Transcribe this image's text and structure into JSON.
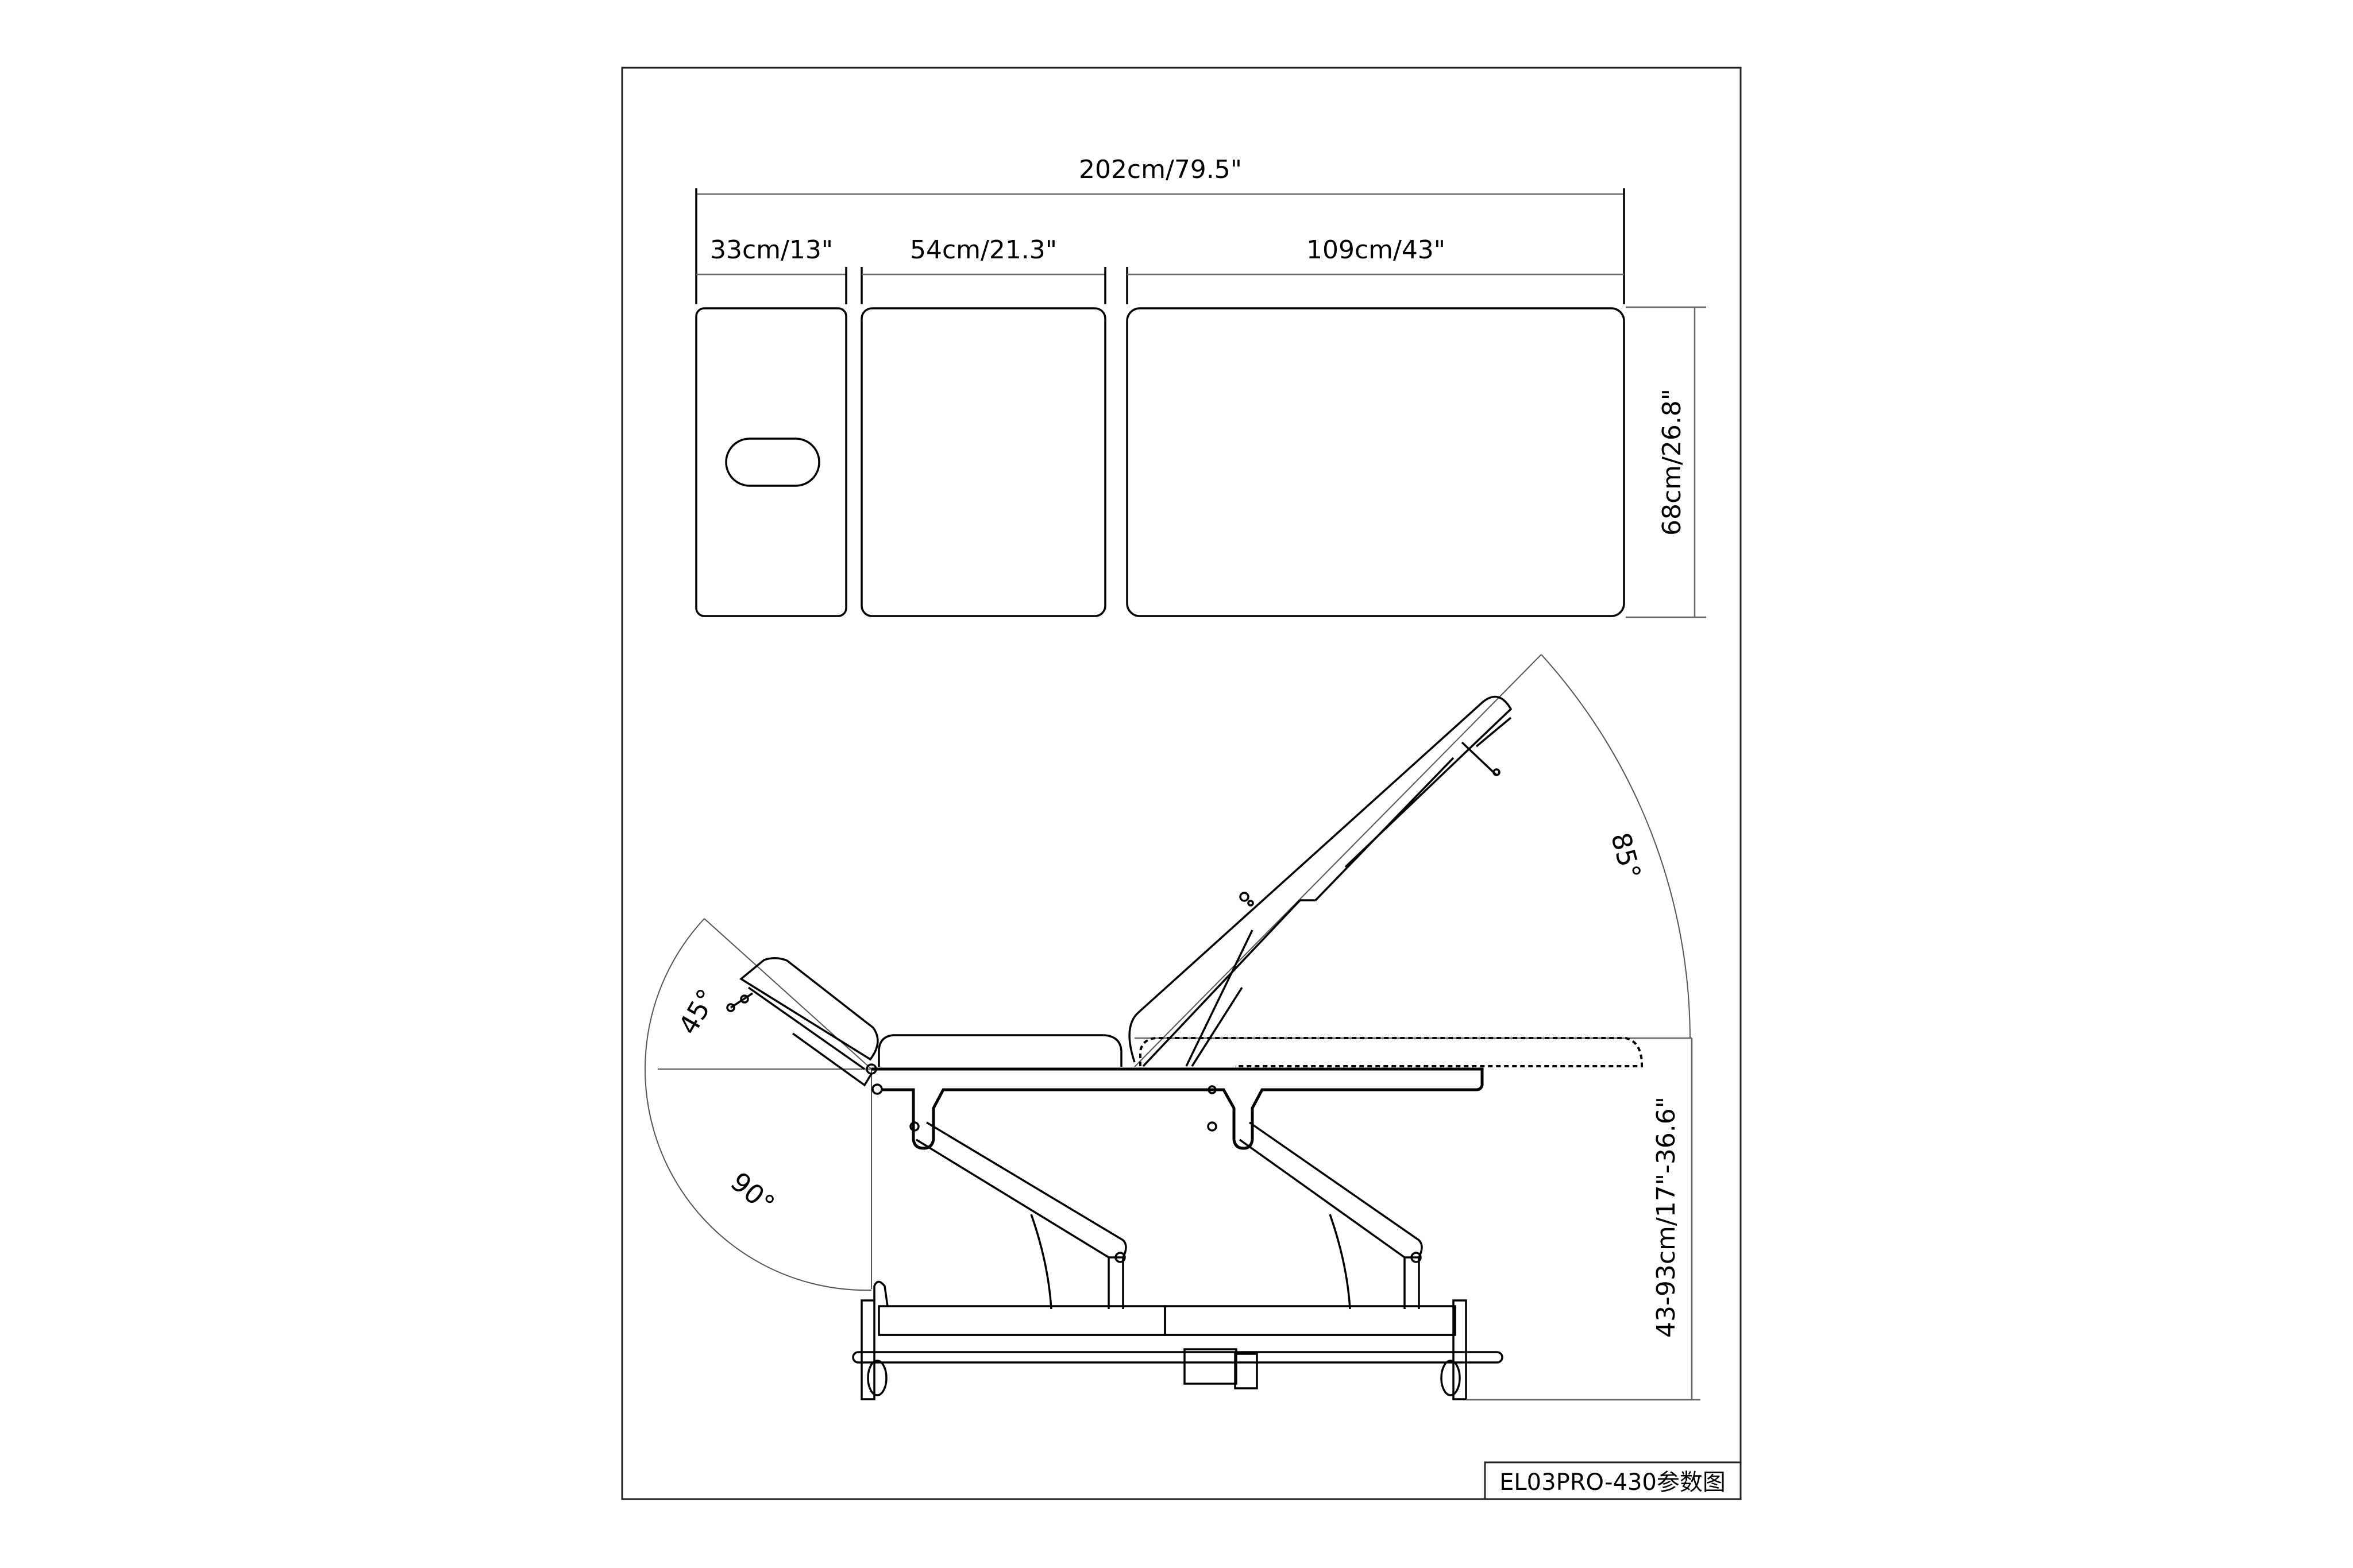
{
  "drawing": {
    "title_block": {
      "label": "EL03PRO-430参数图"
    },
    "top_view": {
      "overall_length": "202cm/79.5\"",
      "sections": [
        {
          "name": "head-section",
          "length": "33cm/13\""
        },
        {
          "name": "middle-section",
          "length": "54cm/21.3\""
        },
        {
          "name": "back-section",
          "length": "109cm/43\""
        }
      ],
      "width": "68cm/26.8\"",
      "face_hole": "oval face hole in head section"
    },
    "side_view": {
      "angles": {
        "head_up": "45°",
        "head_down": "90°",
        "backrest": "85°"
      },
      "height_range": "43-93cm/17\"-36.6\""
    }
  }
}
